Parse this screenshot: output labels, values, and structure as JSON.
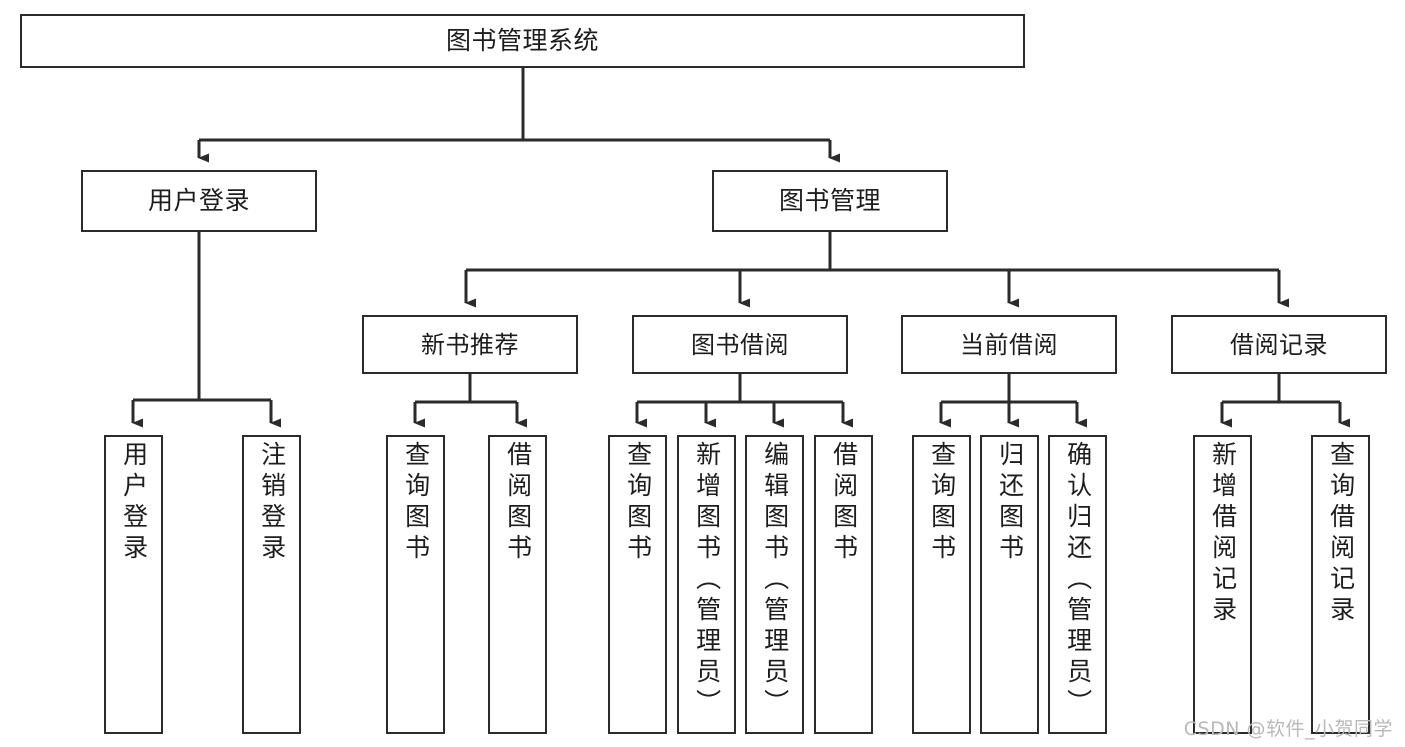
{
  "diagram": {
    "title": "图书管理系统",
    "type": "tree",
    "watermark": "CSDN @软件_小贺同学",
    "colors": {
      "stroke": "#2b2b2b",
      "fill": "#ffffff",
      "text": "#1d1d1d",
      "watermark": "#b9b9b9"
    },
    "levels": {
      "root": {
        "label": "图书管理系统"
      },
      "level2": [
        {
          "id": "user-login",
          "label": "用户登录"
        },
        {
          "id": "book-manage",
          "label": "图书管理"
        }
      ],
      "level3": [
        {
          "id": "new-book-recommend",
          "label": "新书推荐",
          "parent": "book-manage"
        },
        {
          "id": "book-borrow",
          "label": "图书借阅",
          "parent": "book-manage"
        },
        {
          "id": "current-borrow",
          "label": "当前借阅",
          "parent": "book-manage"
        },
        {
          "id": "borrow-record",
          "label": "借阅记录",
          "parent": "book-manage"
        }
      ],
      "leaves": [
        {
          "id": "leaf-user-login",
          "label": "用户登录",
          "parent": "user-login"
        },
        {
          "id": "leaf-logout",
          "label": "注销登录",
          "parent": "user-login"
        },
        {
          "id": "leaf-query-book-1",
          "label": "查询图书",
          "parent": "new-book-recommend"
        },
        {
          "id": "leaf-borrow-book-1",
          "label": "借阅图书",
          "parent": "new-book-recommend"
        },
        {
          "id": "leaf-query-book-2",
          "label": "查询图书",
          "parent": "book-borrow"
        },
        {
          "id": "leaf-add-book",
          "label": "新增图书（管理员）",
          "parent": "book-borrow"
        },
        {
          "id": "leaf-edit-book",
          "label": "编辑图书（管理员）",
          "parent": "book-borrow"
        },
        {
          "id": "leaf-borrow-book-2",
          "label": "借阅图书",
          "parent": "book-borrow"
        },
        {
          "id": "leaf-query-book-3",
          "label": "查询图书",
          "parent": "current-borrow"
        },
        {
          "id": "leaf-return-book",
          "label": "归还图书",
          "parent": "current-borrow"
        },
        {
          "id": "leaf-confirm-return",
          "label": "确认归还（管理员）",
          "parent": "current-borrow"
        },
        {
          "id": "leaf-add-record",
          "label": "新增借阅记录",
          "parent": "borrow-record"
        },
        {
          "id": "leaf-query-record",
          "label": "查询借阅记录",
          "parent": "borrow-record"
        }
      ]
    }
  }
}
